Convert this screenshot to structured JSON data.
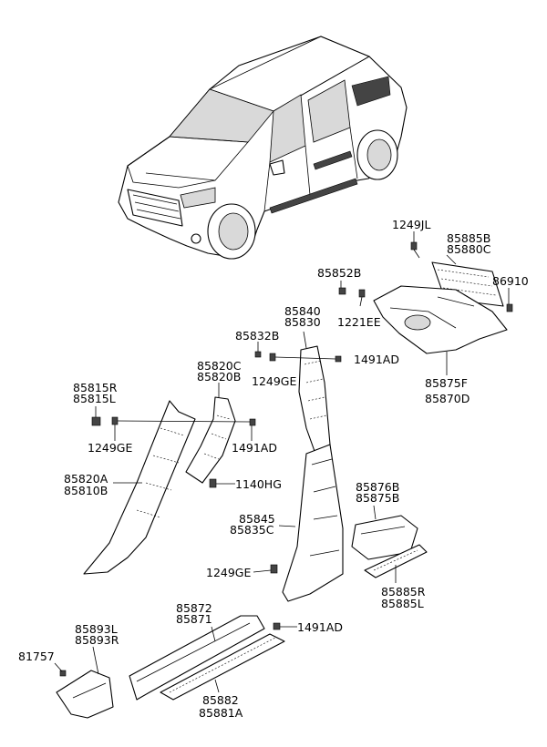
{
  "labels": {
    "p1249JL": "1249JL",
    "p85885B": "85885B",
    "p85880C": "85880C",
    "p86910": "86910",
    "p85852B": "85852B",
    "p1221EE": "1221EE",
    "p85840": "85840",
    "p85830": "85830",
    "p85832B": "85832B",
    "p1491AD_a": "1491AD",
    "p1249GE_a": "1249GE",
    "p85875F": "85875F",
    "p85870D": "85870D",
    "p85820C": "85820C",
    "p85820B": "85820B",
    "p85815R": "85815R",
    "p85815L": "85815L",
    "p1249GE_b": "1249GE",
    "p1491AD_b": "1491AD",
    "p85820A": "85820A",
    "p85810B": "85810B",
    "p1140HG": "1140HG",
    "p85876B": "85876B",
    "p85875B": "85875B",
    "p85845": "85845",
    "p85835C": "85835C",
    "p1249GE_c": "1249GE",
    "p85885R": "85885R",
    "p85885L": "85885L",
    "p85872": "85872",
    "p85871": "85871",
    "p1491AD_c": "1491AD",
    "p85893L": "85893L",
    "p85893R": "85893R",
    "p81757": "81757",
    "p85882": "85882",
    "p85881A": "85881A"
  }
}
